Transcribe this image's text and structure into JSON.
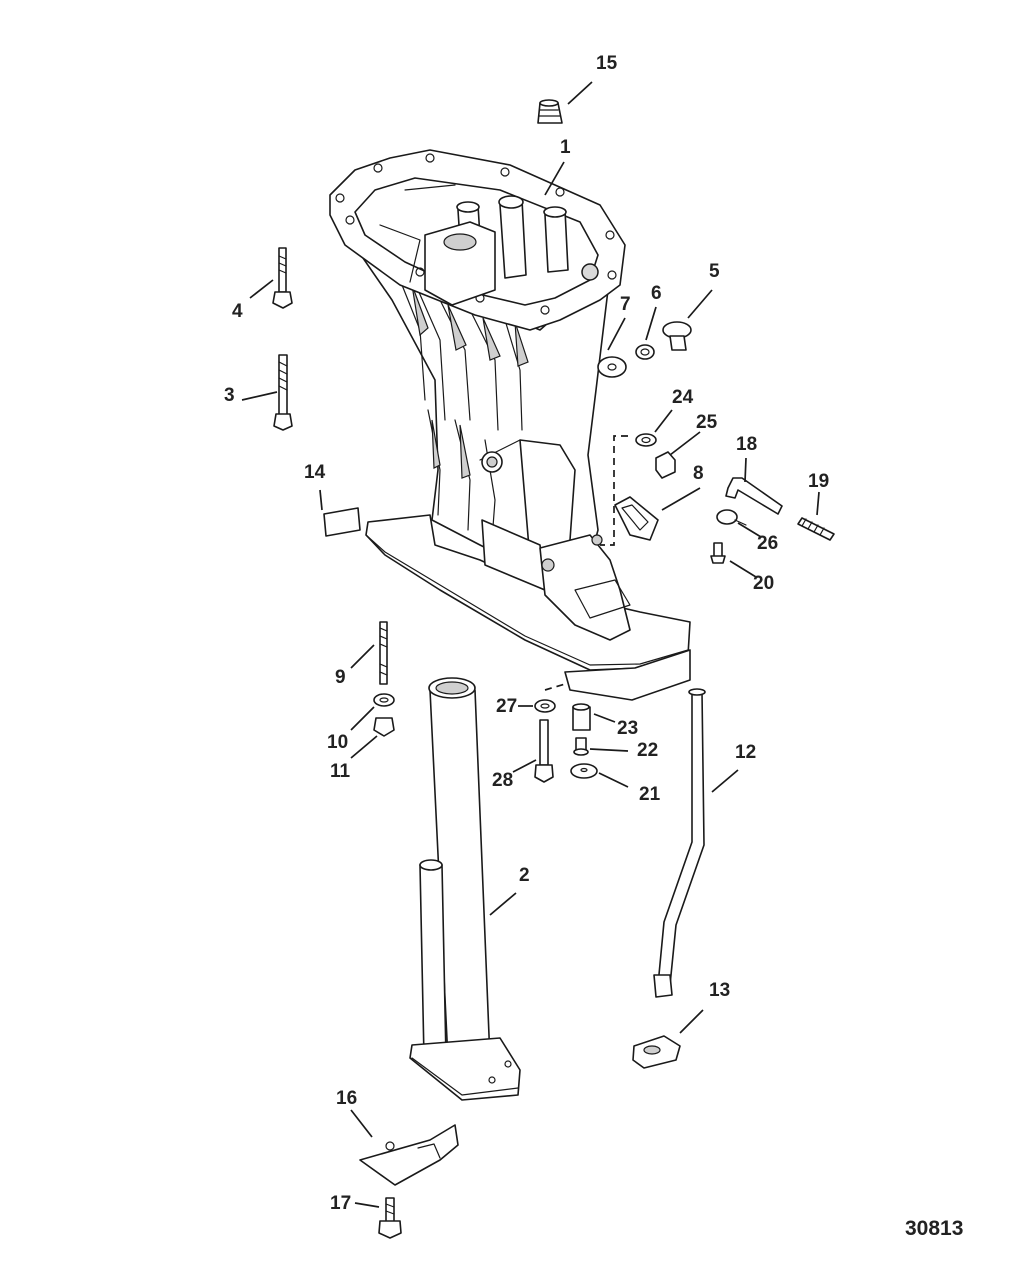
{
  "callouts": [
    "1",
    "2",
    "3",
    "4",
    "5",
    "6",
    "7",
    "8",
    "9",
    "10",
    "11",
    "12",
    "13",
    "14",
    "15",
    "16",
    "17",
    "18",
    "19",
    "20",
    "21",
    "22",
    "23",
    "24",
    "25",
    "26",
    "27",
    "28"
  ],
  "figure_number": "30813"
}
